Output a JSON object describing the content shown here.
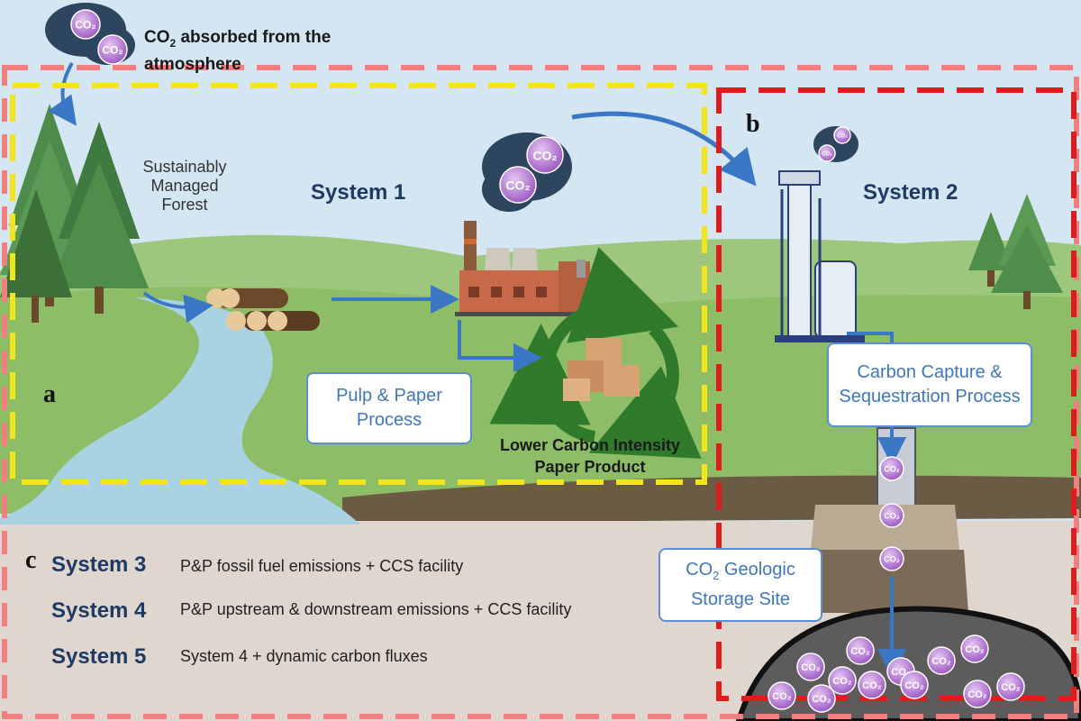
{
  "atmosphere_label": {
    "co2": "CO",
    "sub": "2",
    "text": " absorbed from the atmosphere"
  },
  "forest_label": "Sustainably Managed Forest",
  "co2_bubble": "CO₂",
  "systems": {
    "system1": "System 1",
    "system2": "System 2"
  },
  "panel_letters": {
    "a": "a",
    "b": "b",
    "c": "c"
  },
  "process_boxes": {
    "pulp_paper": "Pulp & Paper Process",
    "ccs": "Carbon Capture & Sequestration Process",
    "storage_prefix": "CO",
    "storage_sub": "2",
    "storage_text": " Geologic Storage Site"
  },
  "product_label": "Lower Carbon Intensity Paper Product",
  "legend": [
    {
      "name": "System 3",
      "desc": "P&P fossil fuel emissions + CCS facility"
    },
    {
      "name": "System 4",
      "desc": "P&P upstream & downstream emissions + CCS facility"
    },
    {
      "name": "System 5",
      "desc": "System 4 + dynamic carbon fluxes"
    }
  ],
  "colors": {
    "sky": "#cfe3f1",
    "grass": "#8fbf6a",
    "river": "#a9d3e3",
    "soil": "#dcd5ce",
    "system1_border": "#f2e51a",
    "system2_border": "#e01b1b",
    "outer_border": "#f08080",
    "arrow": "#3a78c6",
    "co2_bubble": "#b57ad1",
    "recycle": "#2f7a2b"
  }
}
